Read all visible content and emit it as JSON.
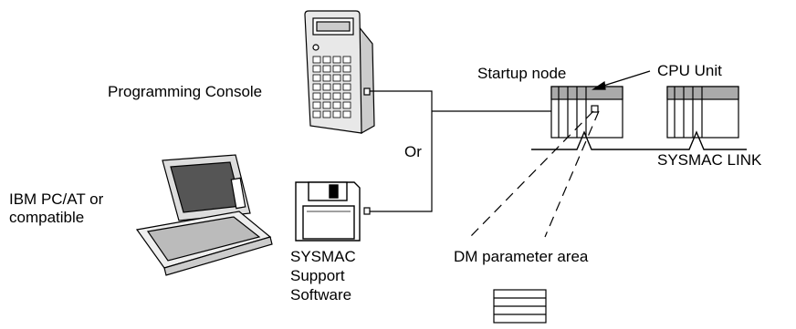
{
  "labels": {
    "programming_console": "Programming Console",
    "or": "Or",
    "startup_node": "Startup node",
    "cpu_unit": "CPU Unit",
    "sysmac_link": "SYSMAC LINK",
    "ibm_pc_line1": "IBM PC/AT or",
    "ibm_pc_line2": "compatible",
    "sss_line1": "SYSMAC",
    "sss_line2": "Support",
    "sss_line3": "Software",
    "dm_parameter_area": "DM parameter area"
  },
  "colors": {
    "line": "#000000",
    "unit_top_shade": "#aaaaaa",
    "device_shade": "#cccccc",
    "screen_dark": "#555555"
  }
}
